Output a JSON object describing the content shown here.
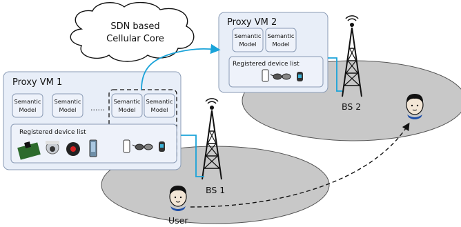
{
  "cloud": {
    "line1": "SDN based",
    "line2": "Cellular Core"
  },
  "proxy_vm_1": {
    "title": "Proxy VM 1",
    "models": [
      "Semantic Model",
      "Semantic Model",
      "Semantic Model",
      "Semantic Model"
    ],
    "ellipsis": "......",
    "registered_device_list": "Registered device list",
    "devices": [
      "board-icon",
      "camera-icon",
      "button-icon",
      "phone-icon"
    ],
    "migrating_devices": [
      "smartphone-icon",
      "glasses-icon",
      "band-icon"
    ]
  },
  "proxy_vm_2": {
    "title": "Proxy VM 2",
    "models": [
      "Semantic Model",
      "Semantic Model"
    ],
    "registered_device_list": "Registered device list",
    "devices": [
      "smartphone-icon",
      "glasses-icon",
      "band-icon"
    ]
  },
  "bs1": {
    "label": "BS 1"
  },
  "bs2": {
    "label": "BS 2"
  },
  "user": {
    "label": "User"
  },
  "colors": {
    "panel_fill": "#e8eef8",
    "panel_stroke": "#8a9bb5",
    "cell_fill": "#c8c8c8",
    "link": "#1aa3d9",
    "tower": "#111111"
  }
}
